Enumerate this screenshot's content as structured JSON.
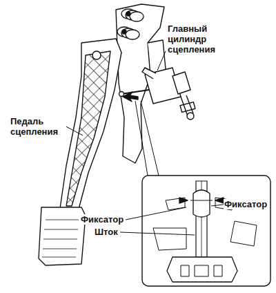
{
  "diagram": {
    "labels": [
      "Главный цилиндр сцепления",
      "Педаль сцепления",
      "Фиксатор",
      "Фиксатор",
      "Шток"
    ]
  }
}
